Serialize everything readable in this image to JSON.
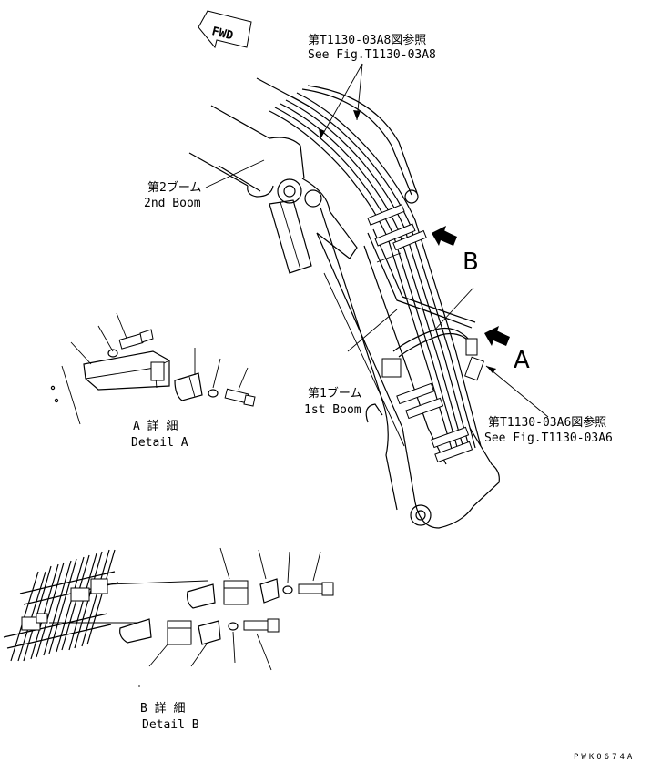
{
  "direction": {
    "fwd_label": "FWD"
  },
  "refs": {
    "top_ref_jp": "第T1130-03A8図参照",
    "top_ref_en": "See Fig.T1130-03A8",
    "right_ref_jp": "第T1130-03A6図参照",
    "right_ref_en": "See Fig.T1130-03A6"
  },
  "parts": {
    "boom2_jp": "第2ブーム",
    "boom2_en": "2nd Boom",
    "boom1_jp": "第1ブーム",
    "boom1_en": "1st Boom"
  },
  "views": {
    "view_a": "A",
    "view_b": "B"
  },
  "details": {
    "detail_a_jp": "A 詳 細",
    "detail_a_en": "Detail A",
    "detail_b_jp": "B 詳 細",
    "detail_b_en": "Detail B"
  },
  "drawing_code": "PWK0674A"
}
